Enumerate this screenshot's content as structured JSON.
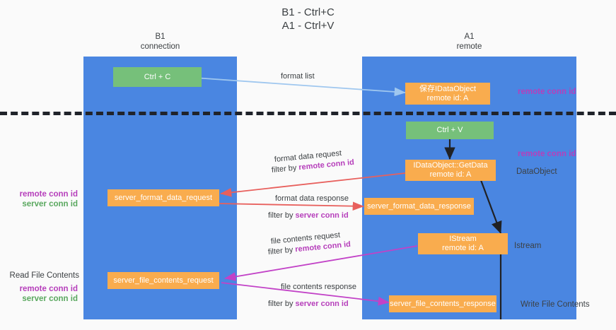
{
  "diagram": {
    "title_line1": "B1 - Ctrl+C",
    "title_line2": "A1 - Ctrl+V",
    "columns": [
      {
        "name": "B1",
        "role": "connection"
      },
      {
        "name": "A1",
        "role": "remote"
      }
    ],
    "colors": {
      "lane": "#4a86e1",
      "node_green": "#76c07a",
      "node_orange": "#f9ac4e",
      "arrow_blue": "#9fc7ef",
      "arrow_red": "#e8605d",
      "arrow_black": "#202124",
      "arrow_magenta": "#c242c7",
      "accent_purple": "#b63fbb",
      "accent_green": "#5aa85f",
      "divider": "#20232a",
      "background": "#fafafa"
    },
    "nodes": {
      "ctrl_c": {
        "line1": "Ctrl + C",
        "line2": ""
      },
      "save_dataobject": {
        "line1": "保存IDataObject",
        "line2": "remote id: A"
      },
      "ctrl_v": {
        "line1": "Ctrl + V",
        "line2": ""
      },
      "getdata": {
        "line1": "IDataObject::GetData",
        "line2": "remote id: A"
      },
      "fmt_req": {
        "line1": "server_format_data_request",
        "line2": ""
      },
      "fmt_resp": {
        "line1": "server_format_data_response",
        "line2": ""
      },
      "istream": {
        "line1": "IStream",
        "line2": "remote id: A"
      },
      "file_req": {
        "line1": "server_file_contents_request",
        "line2": ""
      },
      "file_resp": {
        "line1": "server_file_contents_response",
        "line2": ""
      }
    },
    "flow_labels": {
      "format_list": {
        "main": "format list",
        "filter_prefix": "",
        "filter_key": ""
      },
      "format_data_request": {
        "main": "format data request",
        "filter_prefix": "filter by ",
        "filter_key": "remote conn id"
      },
      "format_data_response": {
        "main": "format data response",
        "filter_prefix": "filter by ",
        "filter_key": "server conn id"
      },
      "file_contents_request": {
        "main": "file contents request",
        "filter_prefix": "filter by ",
        "filter_key": "remote conn id"
      },
      "file_contents_response": {
        "main": "file contents response",
        "filter_prefix": "filter by ",
        "filter_key": "server conn id"
      }
    },
    "right_notes": {
      "remote_conn_id_top": "remote conn id",
      "remote_conn_id_mid": "remote conn id",
      "dataobject": "DataObject",
      "istream": "Istream",
      "write_file_contents": "Write File Contents"
    },
    "left_notes": {
      "remote_conn_id_mid": "remote conn id",
      "server_conn_id_mid": "server conn id",
      "read_file_contents": "Read File Contents",
      "remote_conn_id_bot": "remote conn id",
      "server_conn_id_bot": "server conn id"
    }
  }
}
